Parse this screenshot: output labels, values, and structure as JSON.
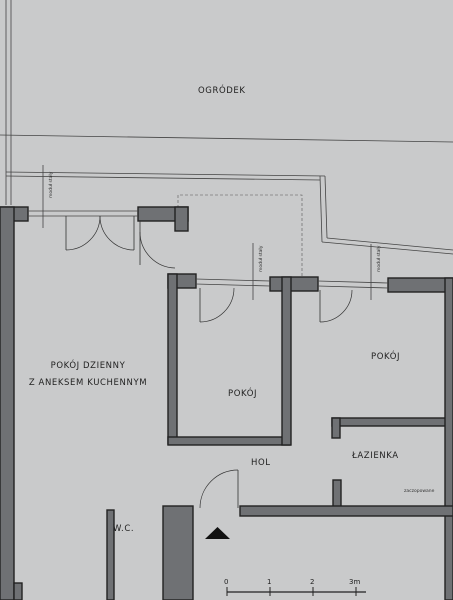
{
  "plan": {
    "labels": {
      "garden": "OGRÓDEK",
      "living_line1": "POKÓJ DZIENNY",
      "living_line2": "Z ANEKSEM KUCHENNYM",
      "room_a": "POKÓJ",
      "room_b": "POKÓJ",
      "hall": "HOL",
      "bathroom": "ŁAZIENKA",
      "wc": "W.C."
    },
    "fixed_module_label": "moduł stały",
    "vent_label": "zaczopowane",
    "scale": {
      "ticks": [
        "0",
        "1",
        "2",
        "3m"
      ]
    },
    "colors": {
      "background": "#c9cacb",
      "wall_fill": "#6f7174",
      "line": "#222222"
    }
  }
}
